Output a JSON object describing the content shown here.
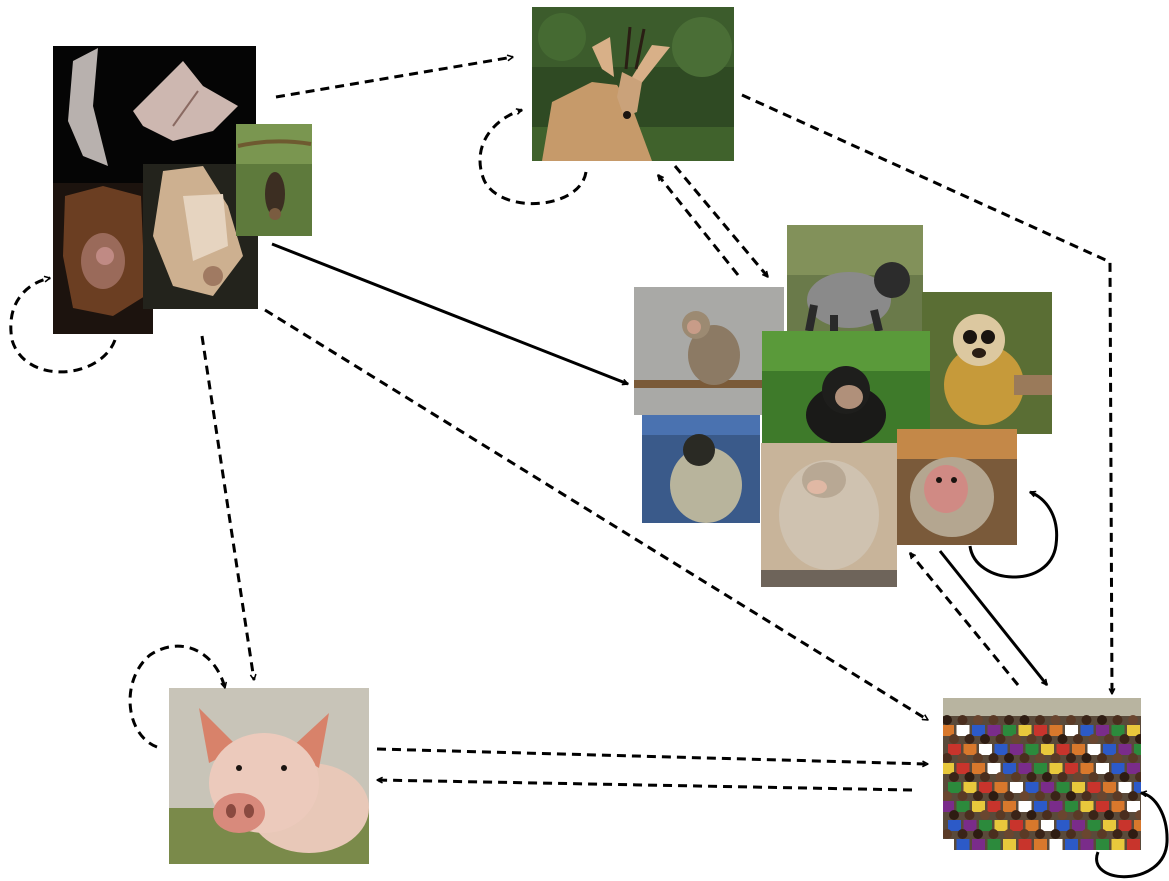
{
  "nodes": [
    {
      "id": "bats",
      "name": "bats-photo-group"
    },
    {
      "id": "duiker",
      "name": "duiker-antelope-photo"
    },
    {
      "id": "primates",
      "name": "nonhuman-primates-photo-group"
    },
    {
      "id": "pig",
      "name": "domestic-pig-photo"
    },
    {
      "id": "humans",
      "name": "human-crowd-photo"
    }
  ],
  "edges": [
    {
      "from": "bats",
      "to": "duiker",
      "style": "dashed"
    },
    {
      "from": "bats",
      "to": "primates",
      "style": "solid"
    },
    {
      "from": "bats",
      "to": "pig",
      "style": "dashed"
    },
    {
      "from": "bats",
      "to": "humans",
      "style": "dashed"
    },
    {
      "from": "bats",
      "to": "bats",
      "style": "dashed"
    },
    {
      "from": "duiker",
      "to": "duiker",
      "style": "dashed"
    },
    {
      "from": "duiker",
      "to": "primates",
      "style": "dashed"
    },
    {
      "from": "primates",
      "to": "duiker",
      "style": "dashed"
    },
    {
      "from": "duiker",
      "to": "humans",
      "style": "dashed"
    },
    {
      "from": "primates",
      "to": "primates",
      "style": "solid"
    },
    {
      "from": "primates",
      "to": "humans",
      "style": "solid"
    },
    {
      "from": "humans",
      "to": "primates",
      "style": "dashed"
    },
    {
      "from": "pig",
      "to": "pig",
      "style": "dashed"
    },
    {
      "from": "pig",
      "to": "humans",
      "style": "dashed"
    },
    {
      "from": "humans",
      "to": "pig",
      "style": "dashed"
    },
    {
      "from": "humans",
      "to": "humans",
      "style": "solid"
    }
  ]
}
